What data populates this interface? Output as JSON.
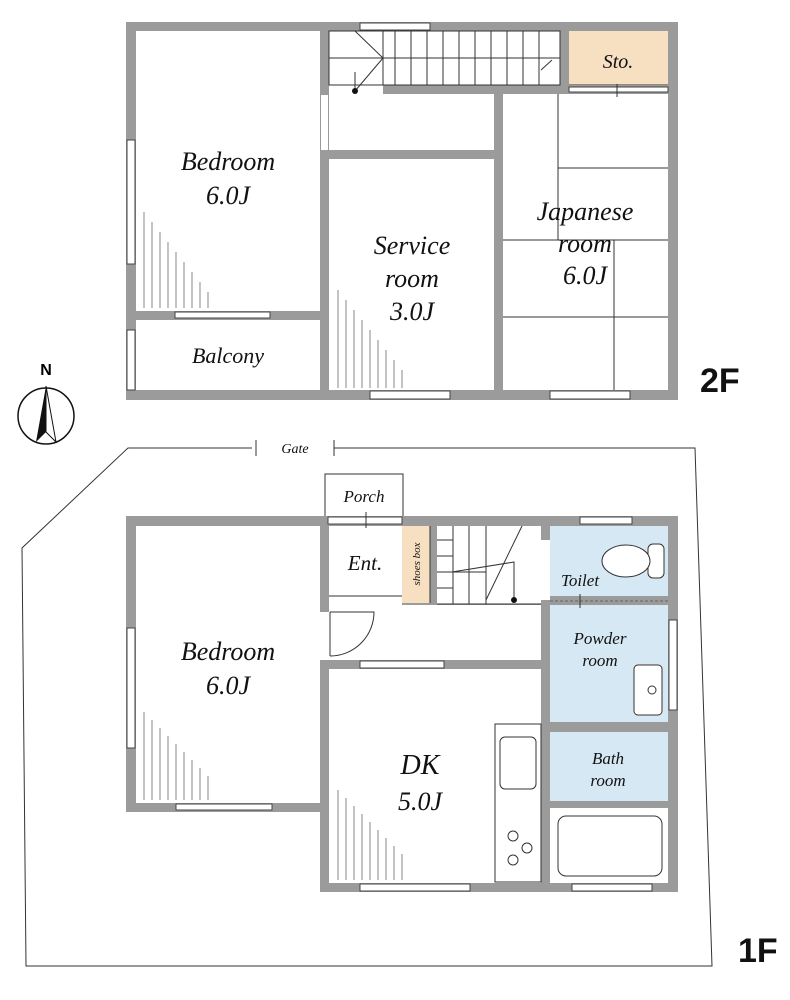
{
  "floors": {
    "second": {
      "label": "2F",
      "rooms": {
        "bedroom": {
          "name": "Bedroom",
          "size": "6.0J"
        },
        "service": {
          "name": "Service",
          "name2": "room",
          "size": "3.0J"
        },
        "japanese": {
          "name": "Japanese",
          "name2": "room",
          "size": "6.0J"
        },
        "storage": {
          "name": "Sto."
        },
        "balcony": {
          "name": "Balcony"
        }
      }
    },
    "first": {
      "label": "1F",
      "rooms": {
        "bedroom": {
          "name": "Bedroom",
          "size": "6.0J"
        },
        "dk": {
          "name": "DK",
          "size": "5.0J"
        },
        "entrance": {
          "name": "Ent."
        },
        "shoes": {
          "name": "shoes box"
        },
        "porch": {
          "name": "Porch"
        },
        "toilet": {
          "name": "Toilet"
        },
        "powder": {
          "name": "Powder",
          "name2": "room"
        },
        "bath": {
          "name": "Bath",
          "name2": "room"
        }
      }
    }
  },
  "site": {
    "gate": "Gate"
  },
  "compass": {
    "north": "N"
  },
  "colors": {
    "wall": "#9b9b9b",
    "wet_area": "#d6e8f3",
    "storage": "#f7dfc2"
  }
}
